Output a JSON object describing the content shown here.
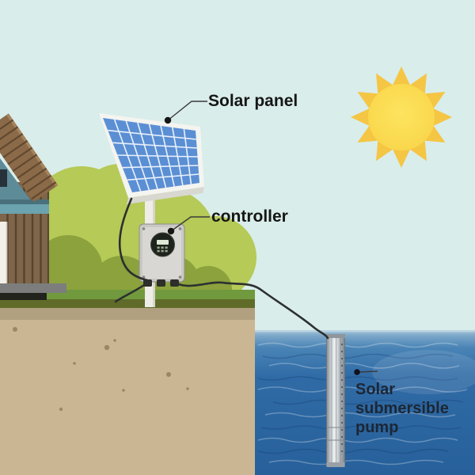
{
  "diagram": {
    "type": "labeled product illustration",
    "subject": "solar powered submersible water pump system",
    "labels": {
      "solar_panel": "Solar panel",
      "controller": "controller",
      "pump": "Solar\nsubmersible\npump"
    },
    "components": [
      "sun",
      "solar panel",
      "controller box on pole",
      "wooden cabin",
      "bushes",
      "grass",
      "soil bank",
      "water",
      "submersible pump",
      "connection cables"
    ],
    "colors": {
      "sky": "#d9edea",
      "sun_rays": "#f5c544",
      "sun_core": "#fbdb52",
      "panel_cells": "#5b8fd4",
      "panel_frame": "#f4f4f0",
      "bush_light": "#b5ca57",
      "bush_dark": "#8ba23d",
      "grass": "#71993d",
      "grass_edge": "#606b2a",
      "soil_top": "#b1a07f",
      "soil": "#cab693",
      "water_deep": "#27609a",
      "water_surface": "#7aa6c8",
      "house_wood": "#7f664a",
      "house_roof": "#8a6a48",
      "house_trim": "#6ba3ae",
      "controller_body": "#c9c8c4",
      "pump_metal": "#d7dcdf",
      "cable": "#2c302f",
      "label_text": "#161616"
    }
  }
}
